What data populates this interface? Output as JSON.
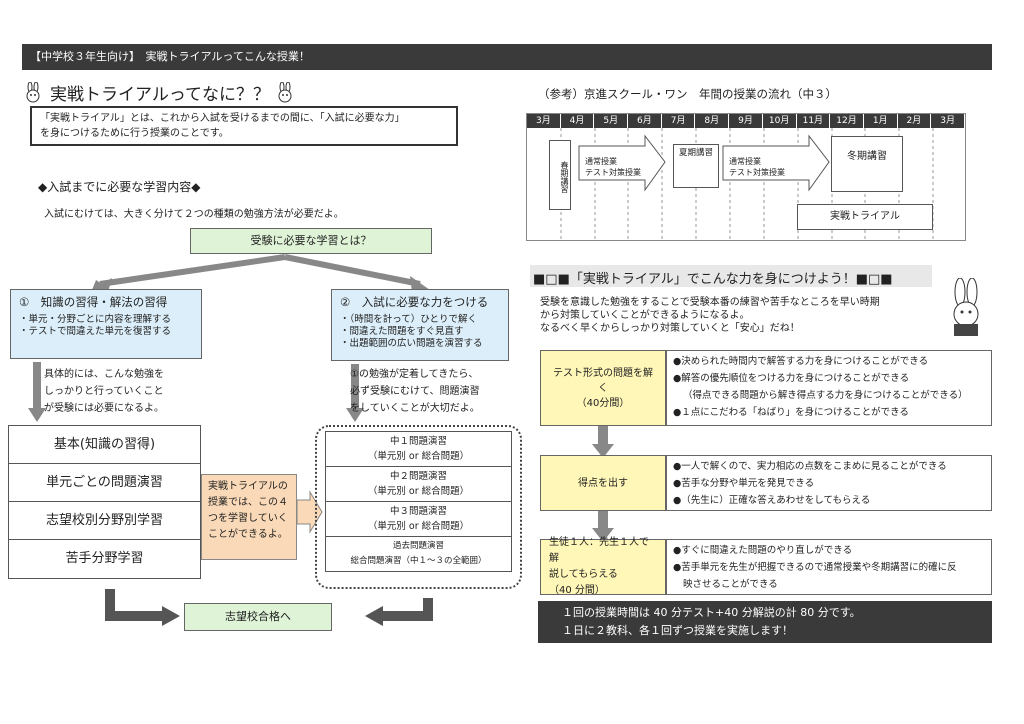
{
  "header": {
    "title": "【中学校３年生向け】　実戦トライアルってこんな授業！"
  },
  "left": {
    "heading": "実戦トライアルってなに？？",
    "definition_l1": "「実戦トライアル」とは、これから入試を受けるまでの間に、「入試に必要な力」",
    "definition_l2": "を身につけるために行う授業のことです。",
    "section_title": "◆入試までに必要な学習内容◆",
    "section_sub": "入試にむけては、大きく分けて２つの種類の勉強方法が必要だよ。",
    "center_box": "受験に必要な学習とは？",
    "box1": {
      "title": "①　知識の習得・解法の習得",
      "items": [
        "・単元・分野ごとに内容を理解する",
        "・テストで間違えた単元を復習する"
      ]
    },
    "box2": {
      "title": "②　入試に必要な力をつける",
      "items": [
        "・（時間を計って）ひとりで解く",
        "・間違えた問題をすぐ見直す",
        "・出題範囲の広い問題を演習する"
      ]
    },
    "text1": [
      "具体的には、こんな勉強を",
      "しっかりと行っていくこと",
      "が受験には必要になるよ。"
    ],
    "text2": [
      "①の勉強が定着してきたら、",
      "必ず受験にむけて、問題演習",
      "をしていくことが大切だよ。"
    ],
    "list1": [
      "基本(知識の習得)",
      "単元ごとの問題演習",
      "志望校別分野別学習",
      "苦手分野学習"
    ],
    "orange": [
      "実戦トライアルの",
      "授業では、この４",
      "つを学習していく",
      "ことができるよ。"
    ],
    "dotted_items": [
      [
        "中１問題演習",
        "（単元別 or 総合問題）"
      ],
      [
        "中２問題演習",
        "（単元別 or 総合問題）"
      ],
      [
        "中３問題演習",
        "（単元別 or 総合問題）"
      ],
      [
        "過去問題演習",
        "総合問題演習（中１～３の全範囲）"
      ]
    ],
    "goal": "志望校合格へ"
  },
  "right": {
    "reference": "（参考）京進スクール・ワン　年間の授業の流れ（中３）",
    "months": [
      "3月",
      "4月",
      "5月",
      "6月",
      "7月",
      "8月",
      "9月",
      "10月",
      "11月",
      "12月",
      "1月",
      "2月",
      "3月"
    ],
    "spring": "春期講習",
    "regular1": [
      "通常授業",
      "テスト対策授業"
    ],
    "summer": "夏期講習",
    "regular2": [
      "通常授業",
      "テスト対策授業"
    ],
    "winter": "冬期講習",
    "trial": "実戦トライアル",
    "section_title": "■□■「実戦トライアル」でこんな力を身につけよう！■□■",
    "intro": [
      "受験を意識した勉強をすることで受験本番の練習や苦手なところを早い時期",
      "から対策していくことができるようになるよ。",
      "なるべく早くからしっかり対策していくと「安心」だね！"
    ],
    "y1": [
      "テスト形式の問題を解く",
      "（40分間）"
    ],
    "r1": [
      "●決められた時間内で解答する力を身につけることができる",
      "●解答の優先順位をつける力を身につけることができる",
      "（得点できる問題から解き得点する力を身につけることができる）",
      "●１点にこだわる「ねばり」を身につけることができる"
    ],
    "y2": "得点を出す",
    "r2": [
      "●一人で解くので、実力相応の点数をこまめに見ることができる",
      "●苦手な分野や単元を発見できる",
      "●（先生に）正確な答えあわせをしてもらえる"
    ],
    "y3": [
      "生徒１人：先生１人で解",
      "説してもらえる",
      "（40 分間）"
    ],
    "r3": [
      "●すぐに間違えた問題のやり直しができる",
      "●苦手単元を先生が把握できるので通常授業や冬期講習に的確に反",
      "映させることができる"
    ],
    "bottom": [
      "１回の授業時間は 40 分テスト+40 分解説の計 80 分です。",
      "１日に２教科、各１回ずつ授業を実施します！"
    ]
  },
  "colors": {
    "dark": "#3a3a3a",
    "green": "#dff3d7",
    "blue": "#dbeef9",
    "orange": "#f9d9b7",
    "yellow": "#fff7b8"
  }
}
